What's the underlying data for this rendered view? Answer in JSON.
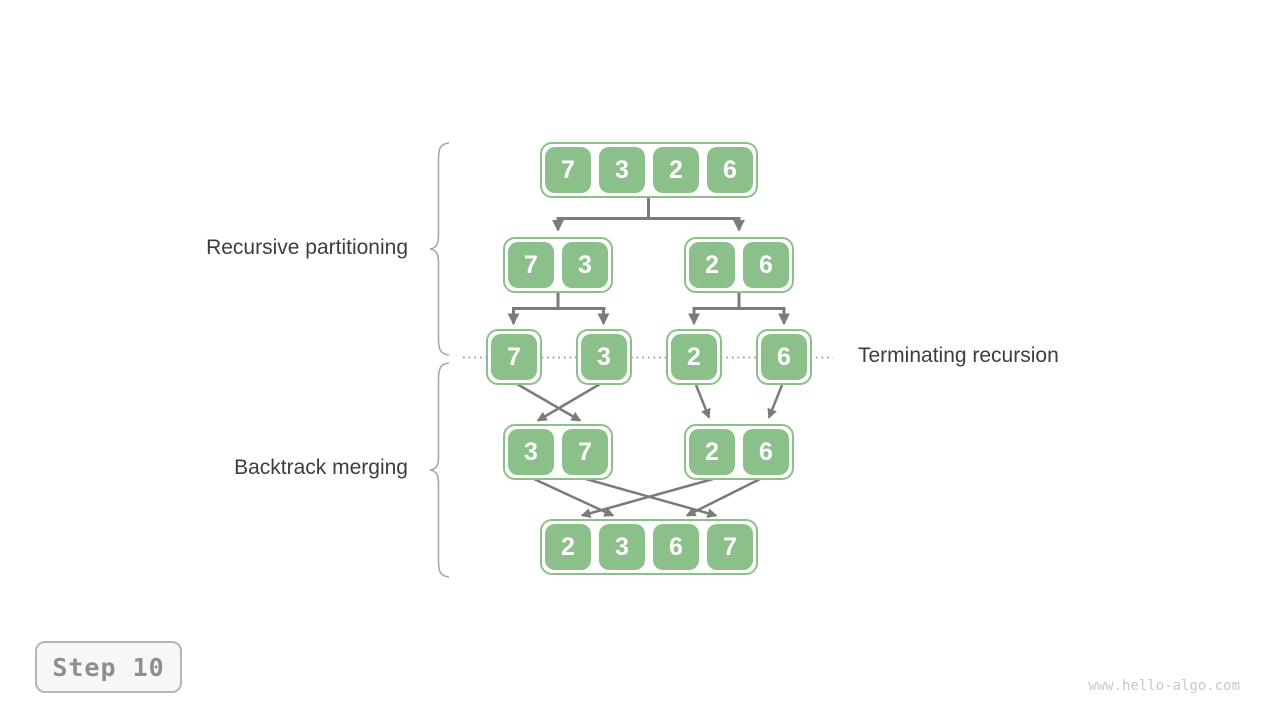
{
  "labels": {
    "recursive_partitioning": "Recursive partitioning",
    "backtrack_merging": "Backtrack merging",
    "terminating_recursion": "Terminating recursion"
  },
  "step_badge": {
    "label": "Step 10"
  },
  "watermark": {
    "text": "www.hello-algo.com"
  },
  "colors": {
    "cell_green": "#8cc08a",
    "arrow_gray": "#7b7b7b",
    "brace_gray": "#a8a8a8",
    "dotted_line_gray": "#9e9e9e",
    "label_dark": "#3d3d3d",
    "step_text_gray": "#8e8e8e",
    "watermark_gray": "#c9c9c9"
  },
  "diagram": {
    "type": "merge-sort-recursion-tree",
    "rows": [
      {
        "name": "level-0",
        "arrays": [
          [
            7,
            3,
            2,
            6
          ]
        ]
      },
      {
        "name": "level-1-partition",
        "arrays": [
          [
            7,
            3
          ],
          [
            2,
            6
          ]
        ]
      },
      {
        "name": "level-2-terminal",
        "arrays": [
          [
            7
          ],
          [
            3
          ],
          [
            2
          ],
          [
            6
          ]
        ]
      },
      {
        "name": "level-1-merged",
        "arrays": [
          [
            3,
            7
          ],
          [
            2,
            6
          ]
        ]
      },
      {
        "name": "level-0-merged",
        "arrays": [
          [
            2,
            3,
            6,
            7
          ]
        ]
      }
    ]
  }
}
